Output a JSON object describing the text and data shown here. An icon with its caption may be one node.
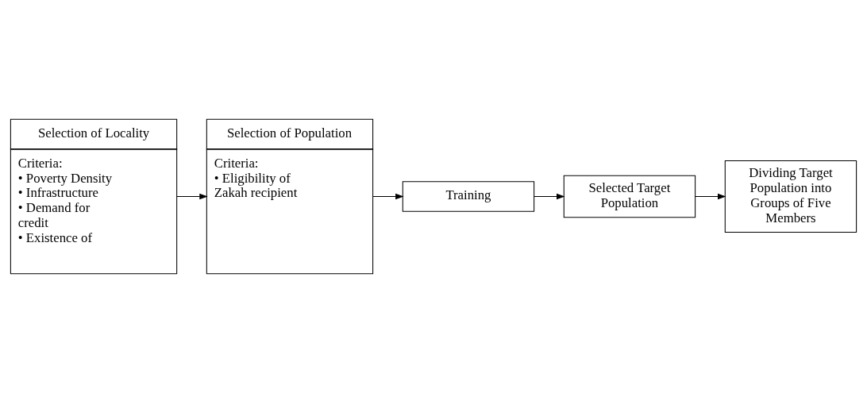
{
  "diagram": {
    "nodes": [
      {
        "text": [
          "Selection of Locality",
          "Criteria:",
          "• Poverty Density",
          "• Infrastructure",
          "• Demand for credit",
          "• Existence of"
        ]
      },
      {
        "text": [
          "Selection of Population",
          "Criteria:",
          "• Eligibility of Zakah recipient"
        ]
      },
      {
        "text": [
          "Training"
        ]
      },
      {
        "text": [
          "Selected Target Population"
        ]
      },
      {
        "text": [
          "Dividing Target Population into Groups of Five Members"
        ]
      }
    ],
    "edges": [
      {
        "from": 0,
        "to": 1,
        "arrow": "to"
      },
      {
        "from": 1,
        "to": 2,
        "arrow": "to"
      },
      {
        "from": 2,
        "to": 3,
        "arrow": "to"
      },
      {
        "from": 3,
        "to": 4,
        "arrow": "to"
      }
    ]
  }
}
